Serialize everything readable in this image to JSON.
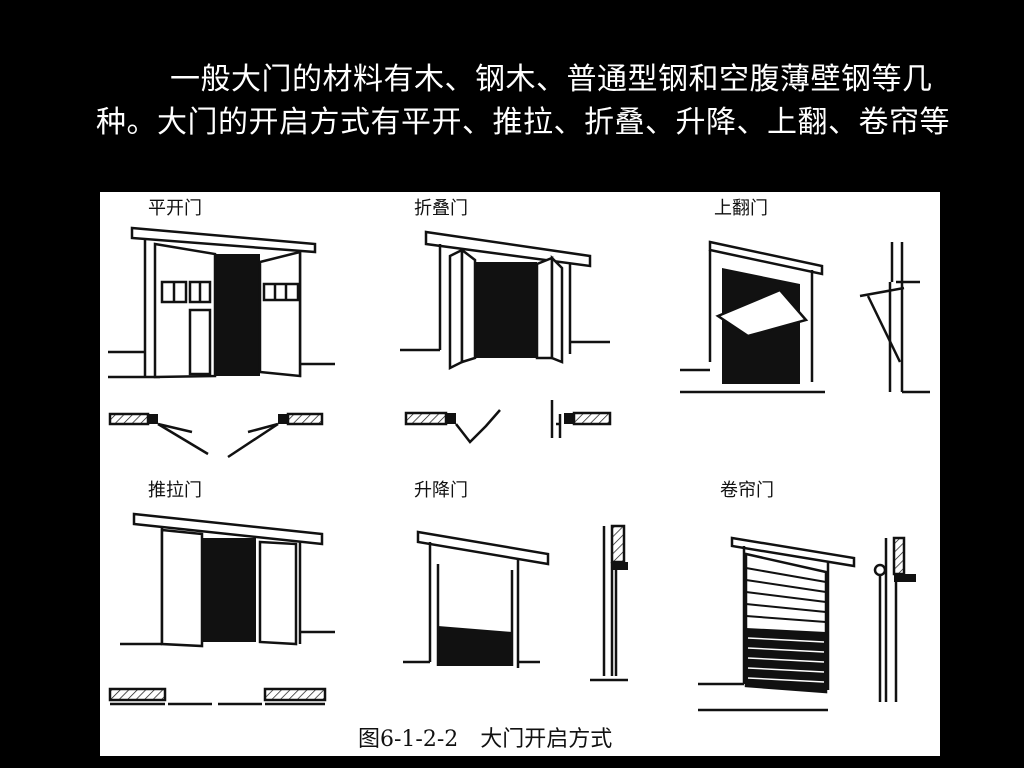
{
  "slide": {
    "text": "一般大门的材料有木、钢木、普通型钢和空腹薄壁钢等几种。大门的开启方式有平开、推拉、折叠、升降、上翻、卷帘等"
  },
  "figure": {
    "caption": "图6-1-2-2　大门开启方式",
    "doors": [
      {
        "label": "平开门"
      },
      {
        "label": "折叠门"
      },
      {
        "label": "上翻门"
      },
      {
        "label": "推拉门"
      },
      {
        "label": "升降门"
      },
      {
        "label": "卷帘门"
      }
    ],
    "colors": {
      "background": "#000000",
      "text": "#ffffff",
      "panel": "#ffffff",
      "ink": "#111111"
    }
  }
}
